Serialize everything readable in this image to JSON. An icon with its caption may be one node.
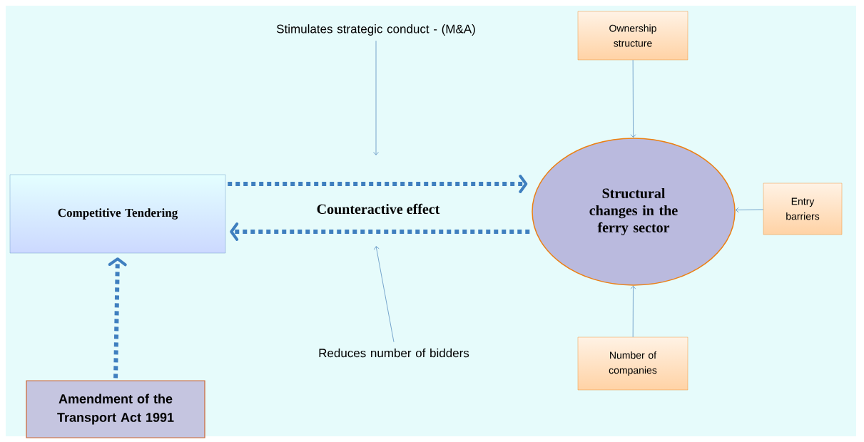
{
  "diagram": {
    "nodes": [
      {
        "text": [
          "Competitive Tendering"
        ]
      },
      {
        "text": [
          "Structural changes in the ferry sector"
        ]
      },
      {
        "text": [
          "Ownership structure"
        ]
      },
      {
        "text": [
          "Entry barriers"
        ]
      },
      {
        "text": [
          "Number of companies"
        ]
      },
      {
        "text": [
          "Amendment of the Transport Act 1991"
        ]
      },
      {
        "text": [
          "Stimulates strategic conduct - (M&A)"
        ]
      },
      {
        "text": [
          "Reduces number of bidders"
        ]
      }
    ],
    "edges": [
      {
        "from": 0,
        "to": 1,
        "arrow": "to",
        "style": "dashed"
      },
      {
        "from": 1,
        "to": 0,
        "arrow": "to",
        "style": "dashed"
      },
      {
        "from": 5,
        "to": 0,
        "arrow": "to",
        "style": "dashed"
      },
      {
        "from": 2,
        "to": 1,
        "arrow": "to"
      },
      {
        "from": 3,
        "to": 1,
        "arrow": "to"
      },
      {
        "from": 4,
        "to": 1,
        "arrow": "to"
      },
      {
        "from": 6,
        "to": null,
        "arrow": "to"
      },
      {
        "from": 7,
        "to": null,
        "arrow": "to"
      }
    ],
    "labels": [
      "Counteractive effect"
    ]
  }
}
